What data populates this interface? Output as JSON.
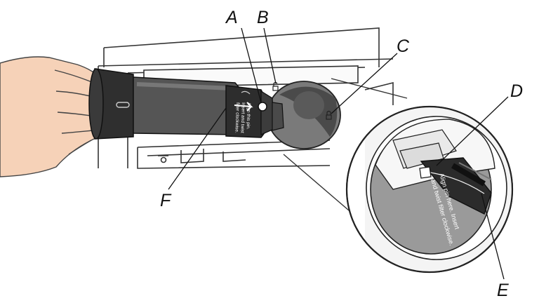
{
  "diagram": {
    "callouts": {
      "A": "A",
      "B": "B",
      "C": "C",
      "D": "D",
      "E": "E",
      "F": "F"
    },
    "filter_label": {
      "line1": "Align this pin.",
      "line2": "Insert and twist",
      "line3": "filter clockwise."
    },
    "magnified_label": {
      "line1": "Align pin here. Insert",
      "line2": "and twist filter clockwise."
    }
  }
}
